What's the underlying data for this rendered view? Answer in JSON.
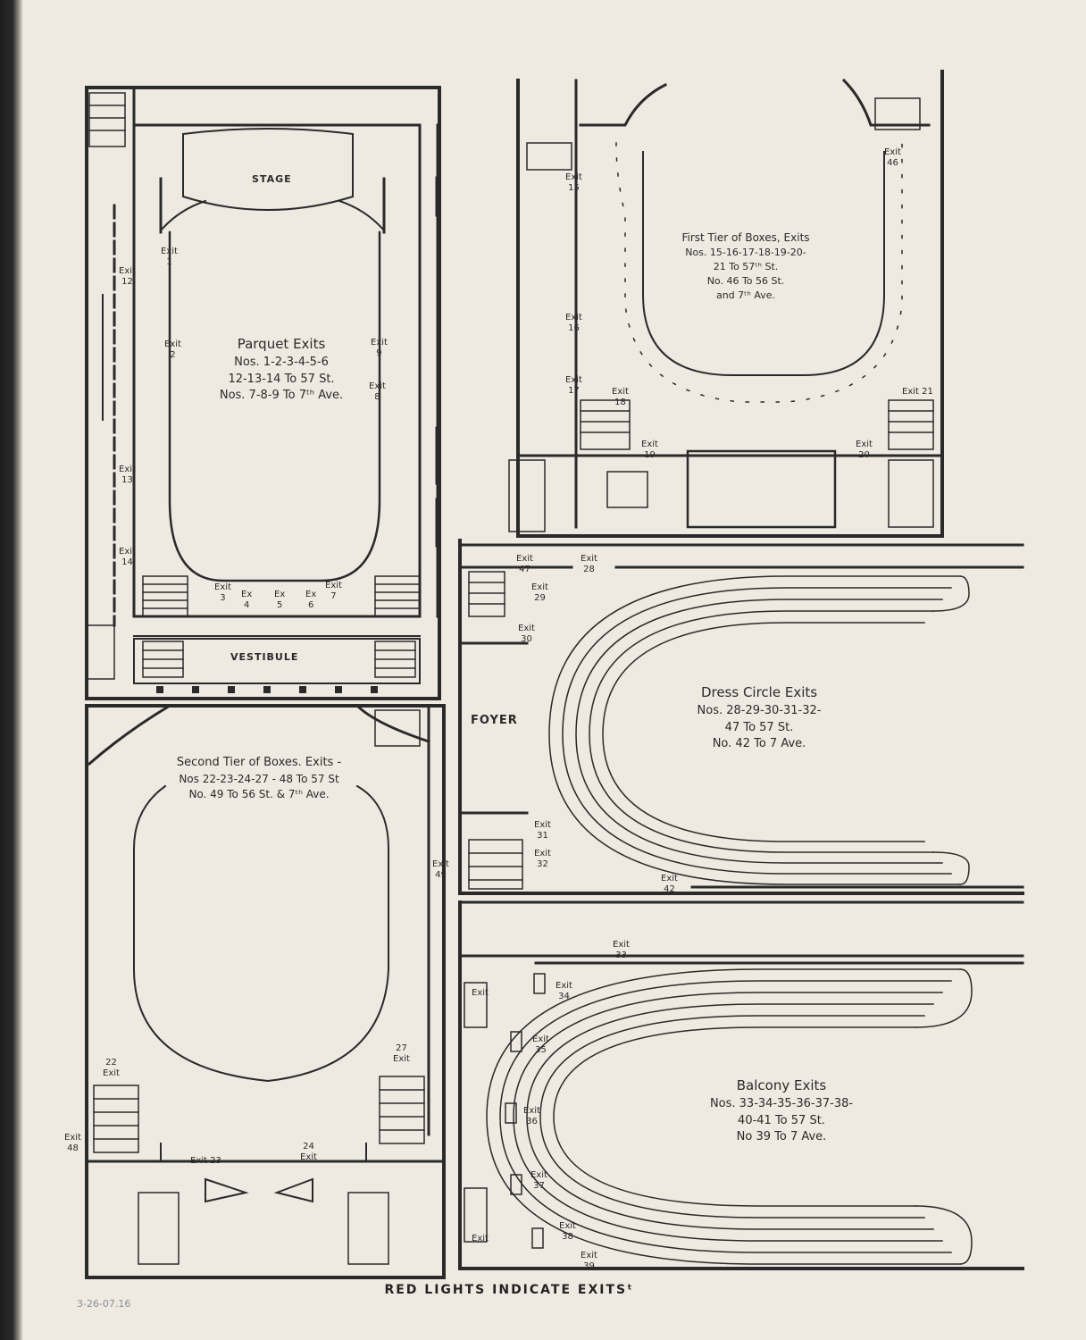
{
  "footer": "RED LIGHTS INDICATE EXITSᵗ",
  "pencil_note": "3-26-07.16",
  "colors": {
    "paper": "#efeae1",
    "ink": "#2a2a2a",
    "binding": "#1c1c1c"
  },
  "parquet": {
    "stage": "STAGE",
    "vestibule": "VESTIBULE",
    "title": "Parquet Exits",
    "line1": "Nos. 1-2-3-4-5-6",
    "line2": "12-13-14 To 57 St.",
    "line3": "Nos. 7-8-9 To 7ᵗʰ Ave.",
    "exits": {
      "e1": "Exit\n1",
      "e2": "Exit\n2",
      "e9": "Exit\n9",
      "e8": "Exit\n8",
      "e12": "Exit\n12",
      "e13": "Exit\n13",
      "e14": "Exit\n14",
      "e3": "Exit\n3",
      "e4": "Ex\n4",
      "e5": "Ex\n5",
      "e6": "Ex\n6",
      "e7": "Exit\n7"
    }
  },
  "first_tier": {
    "title": "First Tier of Boxes, Exits",
    "line1": "Nos. 15-16-17-18-19-20-",
    "line2": "21 To 57ᵗʰ St.",
    "line3": "No. 46 To 56 St.",
    "line4": "and 7ᵗʰ Ave.",
    "exits": {
      "e15": "Exit\n15",
      "e16": "Exit\n16",
      "e17": "Exit\n17",
      "e18": "Exit\n18",
      "e19": "Exit\n19",
      "e20": "Exit\n20",
      "e21": "Exit 21",
      "e46": "Exit\n46"
    }
  },
  "second_tier": {
    "title": "Second Tier of Boxes. Exits -",
    "line1": "Nos 22-23-24-27 - 48 To 57 St",
    "line2": "No. 49 To 56 St. & 7ᵗʰ Ave.",
    "exits": {
      "e22": "22\nExit",
      "e27": "27\nExit",
      "e48": "Exit\n48",
      "e23": "Exit 23",
      "e24": "24\nExit",
      "e49": "Exit\n49"
    }
  },
  "dress_circle": {
    "foyer": "FOYER",
    "title": "Dress Circle Exits",
    "line1": "Nos. 28-29-30-31-32-",
    "line2": "47 To 57 St.",
    "line3": "No. 42 To 7 Ave.",
    "exits": {
      "e47": "Exit\n47",
      "e28": "Exit\n28",
      "e29": "Exit\n29",
      "e30": "Exit\n30",
      "e31": "Exit\n31",
      "e32": "Exit\n32",
      "e42": "Exit\n42"
    }
  },
  "balcony": {
    "title": "Balcony Exits",
    "line1": "Nos. 33-34-35-36-37-38-",
    "line2": "40-41 To 57 St.",
    "line3": "No 39 To 7 Ave.",
    "exits": {
      "e33": "Exit\n33",
      "e34": "Exit\n34",
      "e35": "Exit\n35",
      "e36": "Exit\n36",
      "e37": "Exit\n37",
      "e38": "Exit\n38",
      "e39": "Exit\n39",
      "eTop": "Exit",
      "eBottom": "Exit"
    }
  }
}
